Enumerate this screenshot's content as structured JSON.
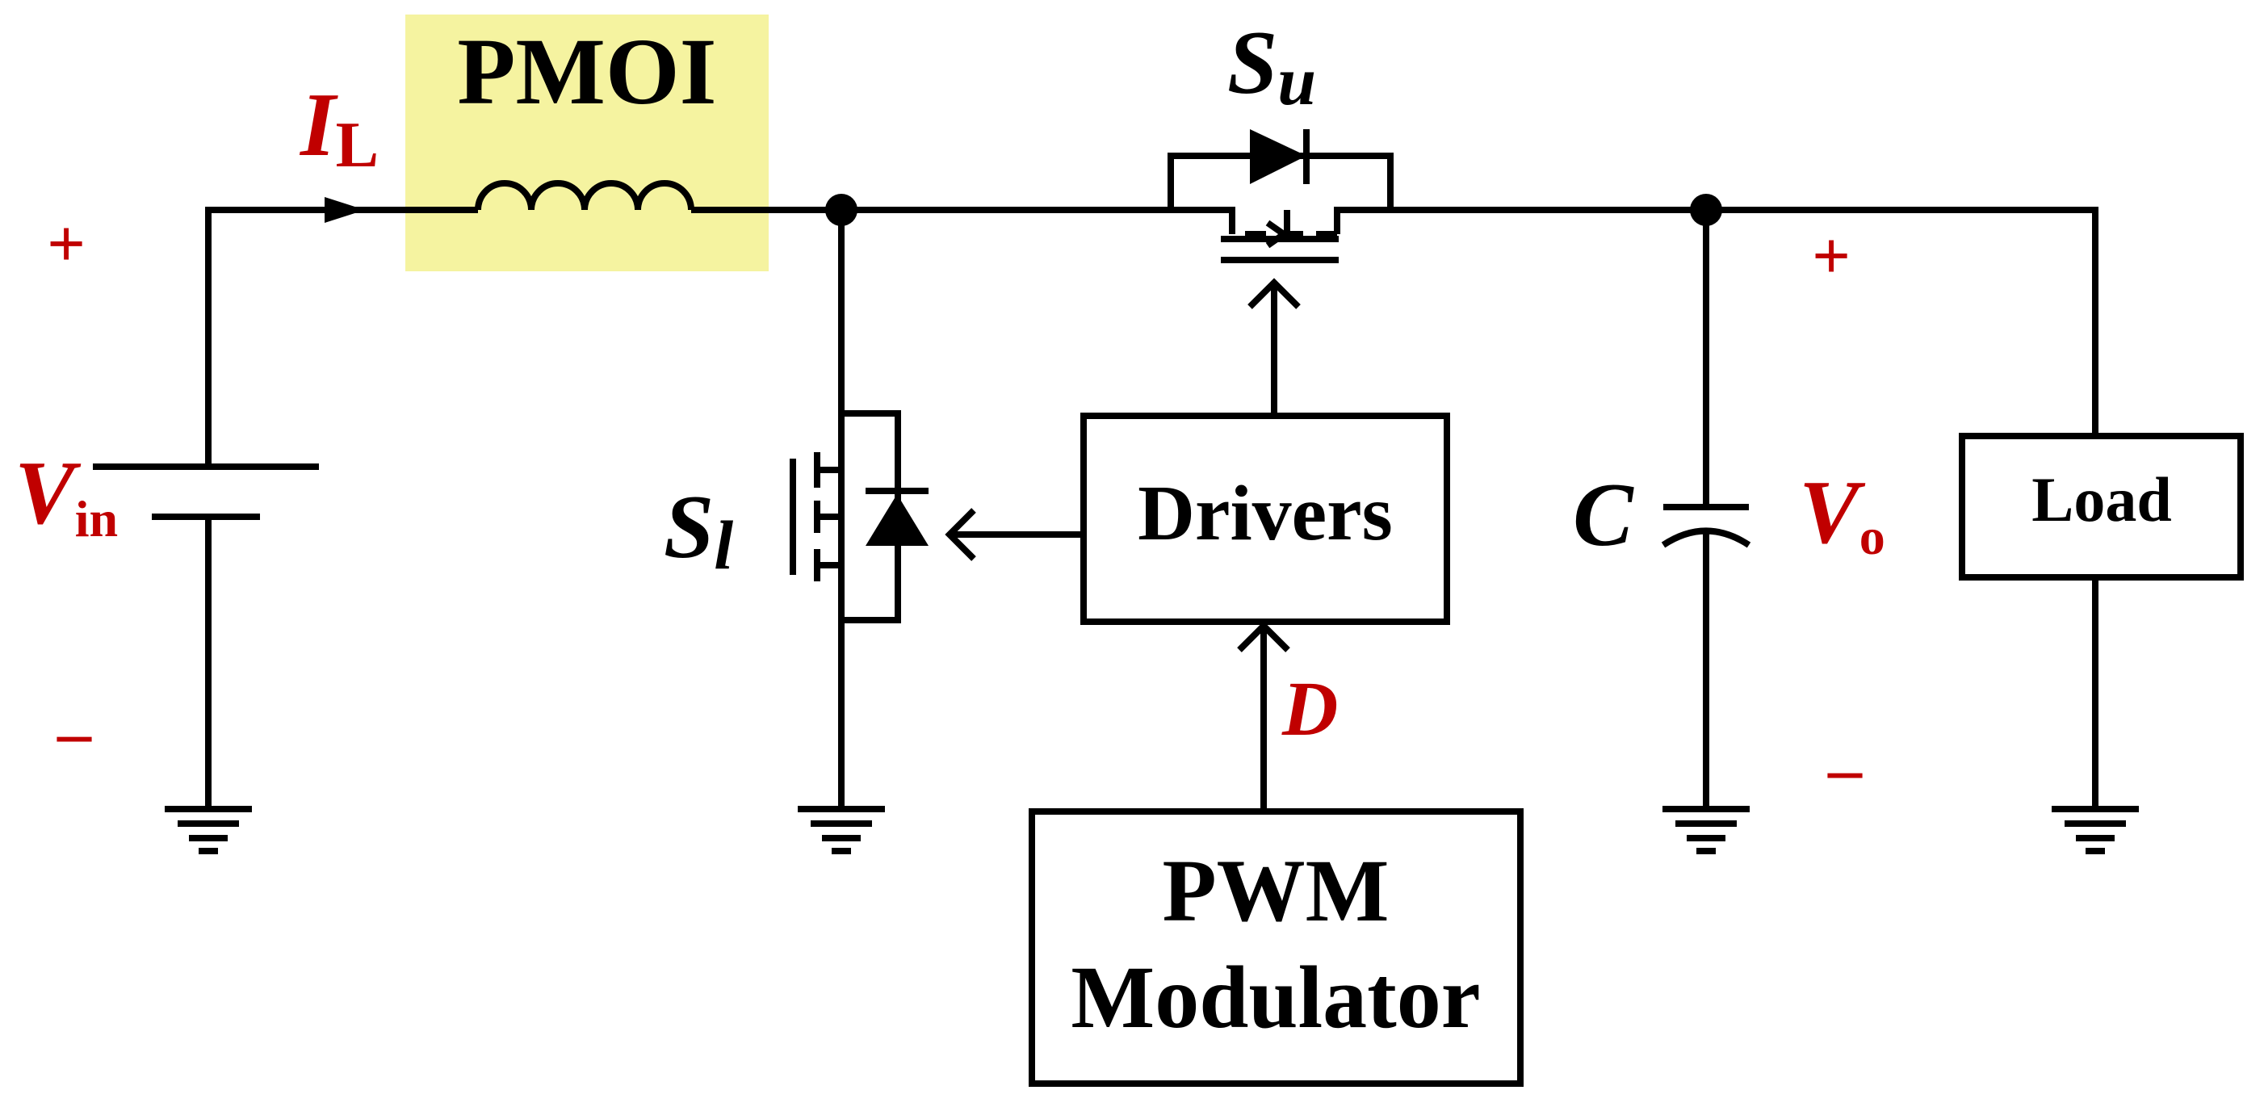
{
  "colors": {
    "wire": "#000000",
    "label_red": "#c00000",
    "highlight": "#f5f3a0"
  },
  "labels": {
    "pmoi": "PMOI",
    "il_main": "I",
    "il_sub": "L",
    "vin_main": "V",
    "vin_sub": "in",
    "vin_plus": "+",
    "vin_minus": "–",
    "su_main": "S",
    "su_sub": "u",
    "sl_main": "S",
    "sl_sub": "l",
    "c": "C",
    "vo_main": "V",
    "vo_sub": "o",
    "vo_plus": "+",
    "vo_minus": "–",
    "d": "D"
  },
  "blocks": {
    "drivers": "Drivers",
    "load": "Load",
    "pwm_line1": "PWM",
    "pwm_line2": "Modulator"
  },
  "icons": [
    "battery-icon",
    "inductor-icon",
    "mosfet-icon",
    "diode-icon",
    "capacitor-icon",
    "ground-icon",
    "arrow-icon"
  ]
}
